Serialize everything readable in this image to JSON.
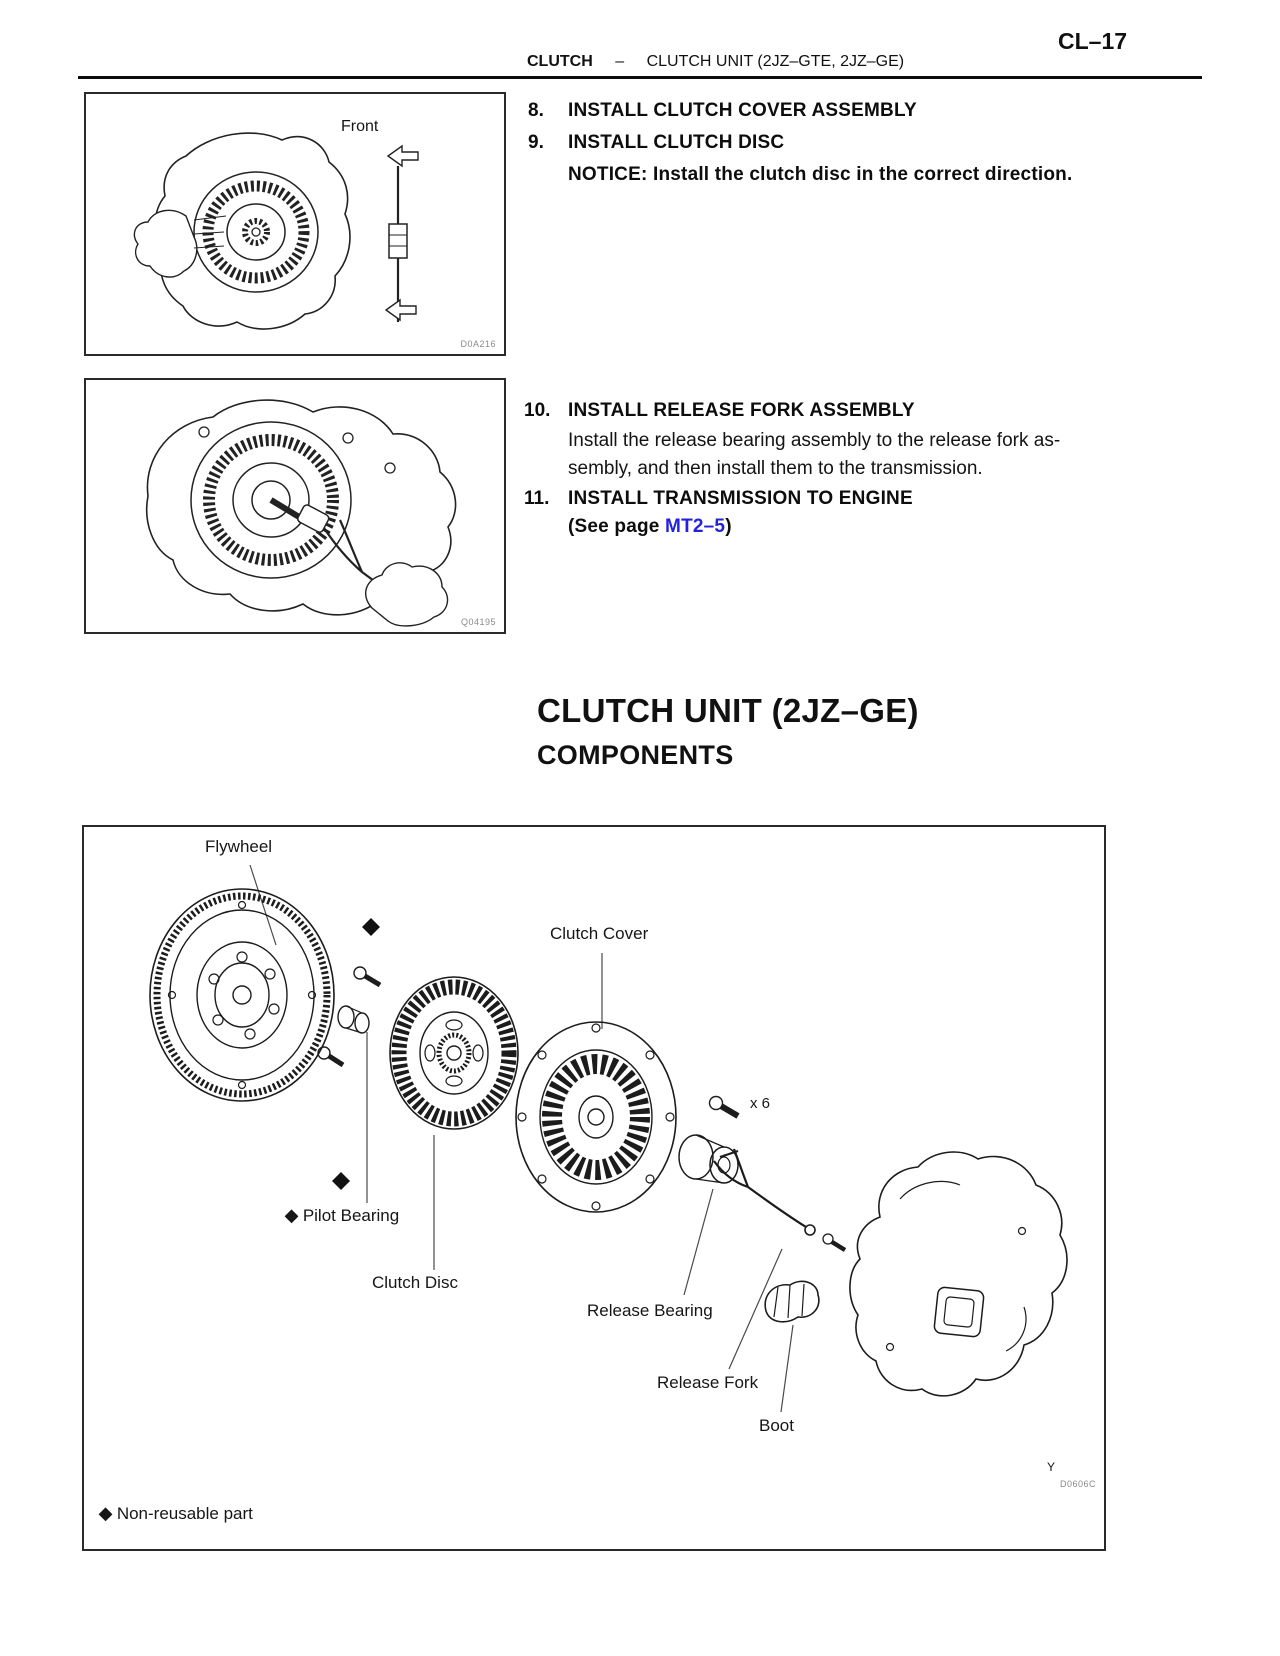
{
  "page_number": "CL–17",
  "header": {
    "section": "CLUTCH",
    "dash": "–",
    "title": "CLUTCH UNIT (2JZ–GTE, 2JZ–GE)"
  },
  "steps": {
    "n8": "8.",
    "t8": "INSTALL CLUTCH COVER ASSEMBLY",
    "n9": "9.",
    "t9": "INSTALL CLUTCH DISC",
    "notice9": "NOTICE: Install the clutch disc in the correct direction.",
    "n10": "10.",
    "t10": "INSTALL RELEASE FORK ASSEMBLY",
    "b10a": "Install the release bearing assembly to the release fork as-",
    "b10b": "sembly, and then install them to the transmission.",
    "n11": "11.",
    "t11": "INSTALL TRANSMISSION TO ENGINE",
    "ref_open": "(See page ",
    "ref_link": "MT2–5",
    "ref_close": ")"
  },
  "figure1": {
    "front_label": "Front",
    "code": "D0A216"
  },
  "figure2": {
    "code": "Q04195"
  },
  "section": {
    "title": "CLUTCH UNIT (2JZ–GE)",
    "subtitle": "COMPONENTS"
  },
  "diagram": {
    "labels": {
      "flywheel": "Flywheel",
      "clutch_cover": "Clutch Cover",
      "bolt_count": "x 6",
      "pilot_bearing": "Pilot Bearing",
      "clutch_disc": "Clutch Disc",
      "release_bearing": "Release Bearing",
      "release_fork": "Release Fork",
      "boot": "Boot"
    },
    "diamond": "◆",
    "legend_text": "Non-reusable part",
    "corner_mark": "Y",
    "code": "D0606C"
  },
  "colors": {
    "link_blue": "#2222dd",
    "code_gray": "#8a8a8a",
    "ink": "#111111"
  }
}
